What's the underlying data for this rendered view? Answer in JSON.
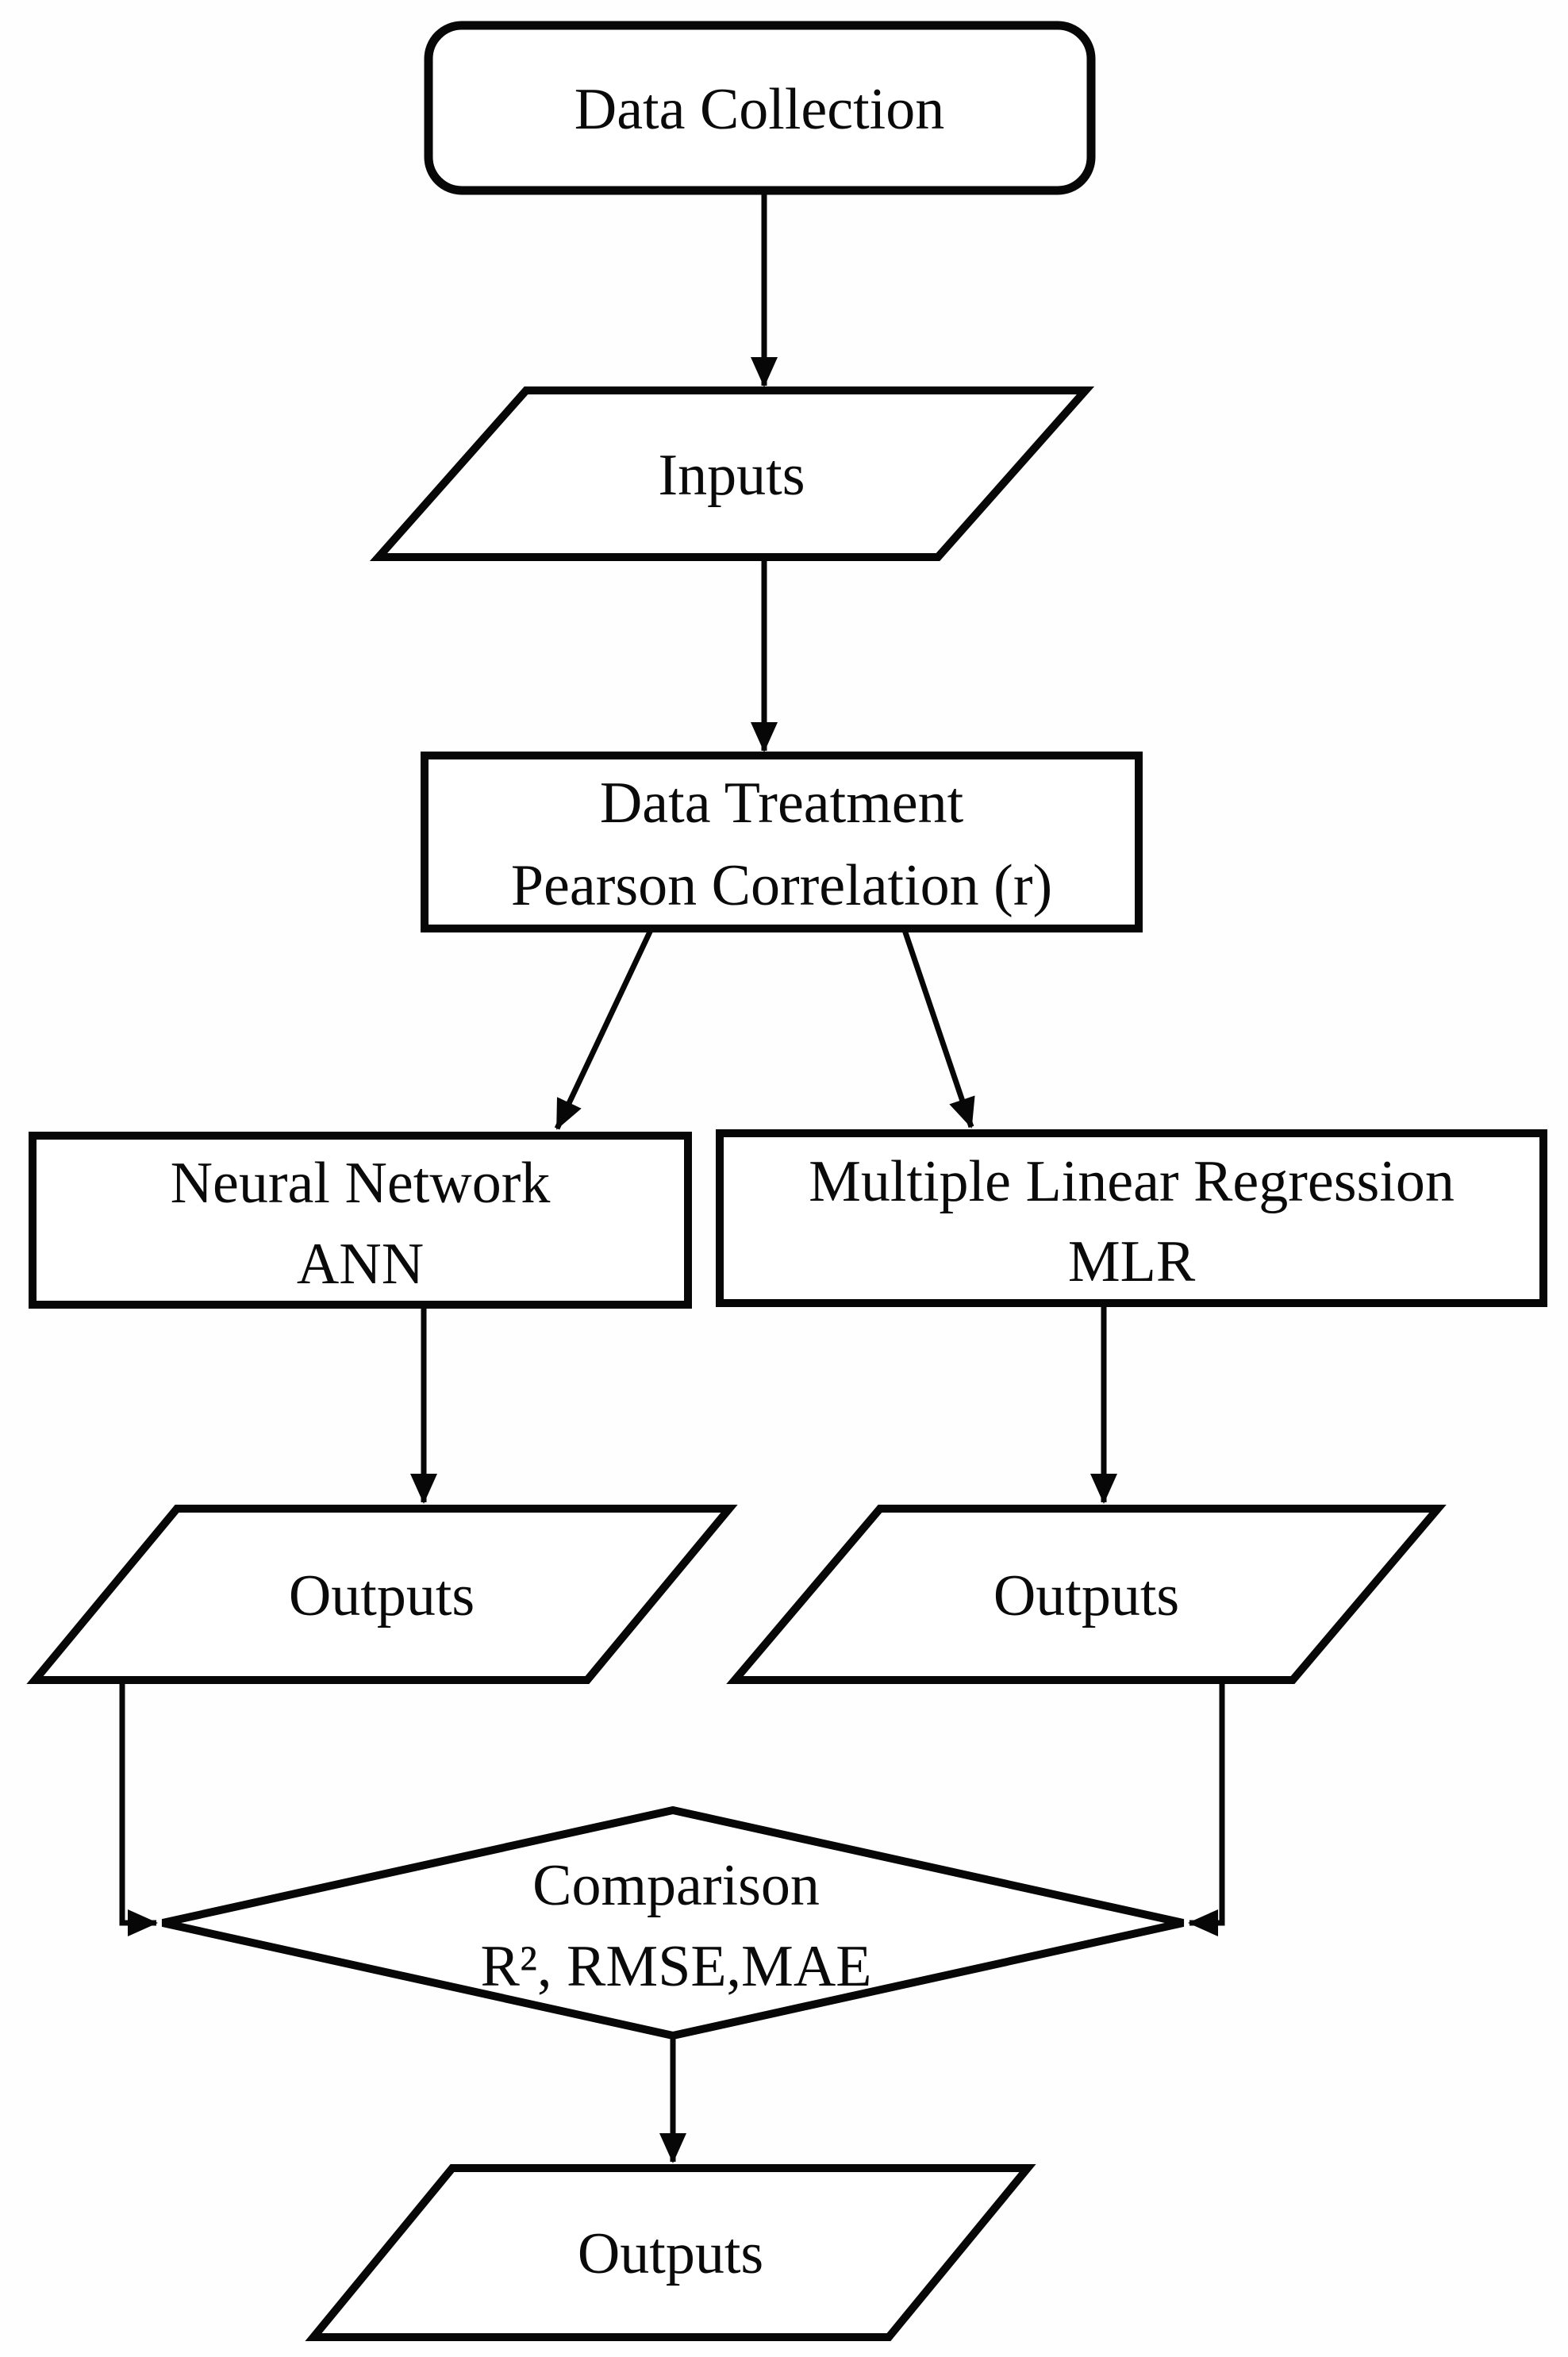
{
  "figure": {
    "kind": "flowchart",
    "background_color": "#fefefe",
    "stroke_color": "#070707",
    "text_color": "#0a0a0a",
    "nodes": {
      "data_collection": {
        "shape": "rounded-rectangle",
        "label": "Data Collection"
      },
      "inputs": {
        "shape": "parallelogram",
        "label": "Inputs"
      },
      "data_treatment": {
        "shape": "rectangle",
        "line1": "Data Treatment",
        "line2": "Pearson Correlation (r)"
      },
      "ann": {
        "shape": "rectangle",
        "line1": "Neural Network",
        "line2": "ANN"
      },
      "mlr": {
        "shape": "rectangle",
        "line1": "Multiple Linear Regression",
        "line2": "MLR"
      },
      "outputs_ann": {
        "shape": "parallelogram",
        "label": "Outputs"
      },
      "outputs_mlr": {
        "shape": "parallelogram",
        "label": "Outputs"
      },
      "comparison": {
        "shape": "diamond",
        "line1": "Comparison",
        "line2": "R², RMSE,MAE"
      },
      "outputs_final": {
        "shape": "parallelogram",
        "label": "Outputs"
      }
    },
    "edges": [
      {
        "from": "data_collection",
        "to": "inputs",
        "style": "arrow"
      },
      {
        "from": "inputs",
        "to": "data_treatment",
        "style": "arrow"
      },
      {
        "from": "data_treatment",
        "to": "ann",
        "style": "arrow"
      },
      {
        "from": "data_treatment",
        "to": "mlr",
        "style": "arrow"
      },
      {
        "from": "ann",
        "to": "outputs_ann",
        "style": "arrow"
      },
      {
        "from": "mlr",
        "to": "outputs_mlr",
        "style": "arrow"
      },
      {
        "from": "outputs_ann",
        "to": "comparison",
        "style": "elbow-arrow"
      },
      {
        "from": "outputs_mlr",
        "to": "comparison",
        "style": "elbow-arrow"
      },
      {
        "from": "comparison",
        "to": "outputs_final",
        "style": "arrow"
      }
    ]
  }
}
